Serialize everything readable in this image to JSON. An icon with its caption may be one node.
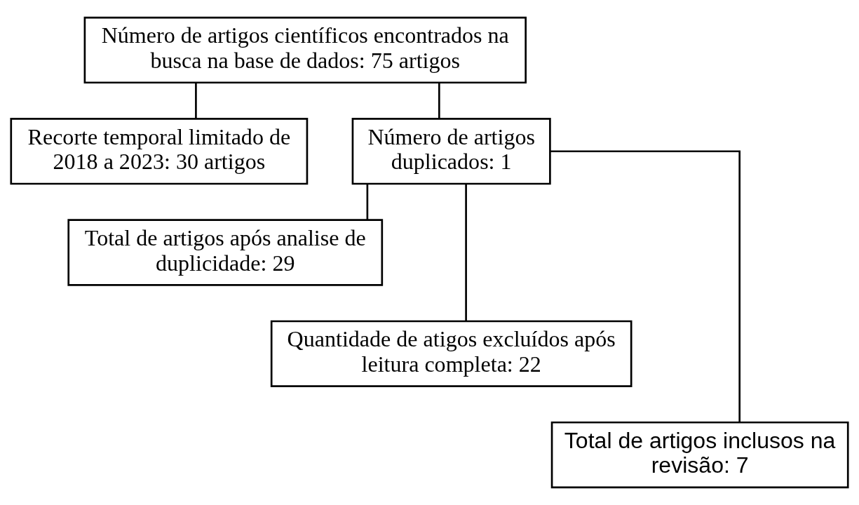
{
  "diagram": {
    "nodes": [
      {
        "text": [
          "Número de artigos científicos encontrados na busca na base de dados: 75 artigos"
        ]
      },
      {
        "text": [
          "Recorte temporal limitado de 2018 a 2023: 30 artigos"
        ]
      },
      {
        "text": [
          "Número de artigos duplicados: 1"
        ]
      },
      {
        "text": [
          "Total de artigos após analise de duplicidade: 29"
        ]
      },
      {
        "text": [
          "Quantidade de atigos excluídos após leitura completa: 22"
        ]
      },
      {
        "text": [
          "Total de artigos inclusos na revisão: 7"
        ]
      }
    ],
    "edges": [
      {
        "from": 0,
        "to": 1,
        "arrow": "none"
      },
      {
        "from": 0,
        "to": 2,
        "arrow": "none"
      },
      {
        "from": 2,
        "to": 3,
        "arrow": "none"
      },
      {
        "from": 2,
        "to": 4,
        "arrow": "none"
      },
      {
        "from": 2,
        "to": 5,
        "arrow": "none"
      }
    ]
  }
}
